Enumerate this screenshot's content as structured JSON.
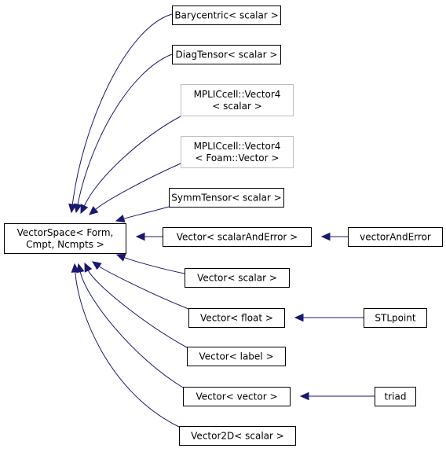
{
  "diagram": {
    "type": "class-inheritance-graph",
    "colors": {
      "edge": "#191970",
      "box_border": "#000000",
      "box_border_undocumented": "#bfbfbf",
      "text": "#000000",
      "background": "#ffffff"
    },
    "nodes": [
      {
        "id": "vectorspace",
        "lines": [
          "VectorSpace< Form,",
          "Cmpt, Ncmpts >"
        ]
      },
      {
        "id": "barycentric",
        "lines": [
          "Barycentric< scalar >"
        ]
      },
      {
        "id": "diagtensor",
        "lines": [
          "DiagTensor< scalar >"
        ]
      },
      {
        "id": "mplic-scalar",
        "lines": [
          "MPLICcell::Vector4",
          "< scalar >"
        ],
        "undocumented": true
      },
      {
        "id": "mplic-foam",
        "lines": [
          "MPLICcell::Vector4",
          "< Foam::Vector >"
        ],
        "undocumented": true
      },
      {
        "id": "symmtensor",
        "lines": [
          "SymmTensor< scalar >"
        ]
      },
      {
        "id": "vector-sae",
        "lines": [
          "Vector< scalarAndError >"
        ]
      },
      {
        "id": "vectorandError",
        "lines": [
          "vectorAndError"
        ]
      },
      {
        "id": "vector-scalar",
        "lines": [
          "Vector< scalar >"
        ]
      },
      {
        "id": "vector-float",
        "lines": [
          "Vector< float >"
        ]
      },
      {
        "id": "stlpoint",
        "lines": [
          "STLpoint"
        ]
      },
      {
        "id": "vector-label",
        "lines": [
          "Vector< label >"
        ]
      },
      {
        "id": "vector-vector",
        "lines": [
          "Vector< vector >"
        ]
      },
      {
        "id": "triad",
        "lines": [
          "triad"
        ]
      },
      {
        "id": "vector2d",
        "lines": [
          "Vector2D< scalar >"
        ]
      }
    ],
    "edges": [
      {
        "from": "barycentric",
        "to": "vectorspace"
      },
      {
        "from": "diagtensor",
        "to": "vectorspace"
      },
      {
        "from": "mplic-scalar",
        "to": "vectorspace"
      },
      {
        "from": "mplic-foam",
        "to": "vectorspace"
      },
      {
        "from": "symmtensor",
        "to": "vectorspace"
      },
      {
        "from": "vector-sae",
        "to": "vectorspace"
      },
      {
        "from": "vector-scalar",
        "to": "vectorspace"
      },
      {
        "from": "vector-float",
        "to": "vectorspace"
      },
      {
        "from": "vector-label",
        "to": "vectorspace"
      },
      {
        "from": "vector-vector",
        "to": "vectorspace"
      },
      {
        "from": "vector2d",
        "to": "vectorspace"
      },
      {
        "from": "vectorandError",
        "to": "vector-sae"
      },
      {
        "from": "stlpoint",
        "to": "vector-float"
      },
      {
        "from": "triad",
        "to": "vector-vector"
      }
    ]
  }
}
